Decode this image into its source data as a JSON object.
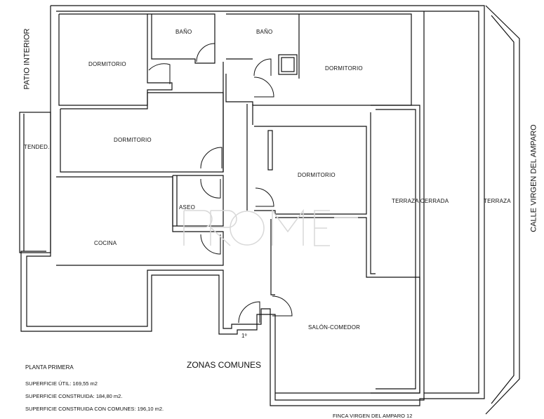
{
  "rooms": {
    "dormitorio_nw": "DORMITORIO",
    "bano_left": "BAÑO",
    "bano_right": "BAÑO",
    "dormitorio_ne": "DORMITORIO",
    "dormitorio_w": "DORMITORIO",
    "tendedero": "TENDED.",
    "dormitorio_center": "DORMITORIO",
    "aseo": "ASEO",
    "cocina": "COCINA",
    "terraza_cerrada": "TERRAZA CERRADA",
    "terraza": "TERRAZA",
    "salon_comedor": "SALÓN-COMEDOR"
  },
  "labels": {
    "patio_interior": "PATIO INTERIOR",
    "calle": "CALLE VIRGEN DEL AMPARO",
    "zonas_comunes": "ZONAS COMUNES",
    "floor_marker": "1º",
    "bottom_cutoff": "FINCA VIRGEN DEL AMPARO 12"
  },
  "info": {
    "planta": "PLANTA PRIMERA",
    "superficie_util": "SUPERFICIE ÚTIL: 169,55 m2",
    "superficie_construida": "SUPERFICIE CONSTRUIDA: 184,80 m2.",
    "superficie_comunes": "SUPERFICIE CONSTRUIDA CON COMUNES: 196,10 m2."
  },
  "colors": {
    "wall": "#111111",
    "background": "#ffffff"
  }
}
